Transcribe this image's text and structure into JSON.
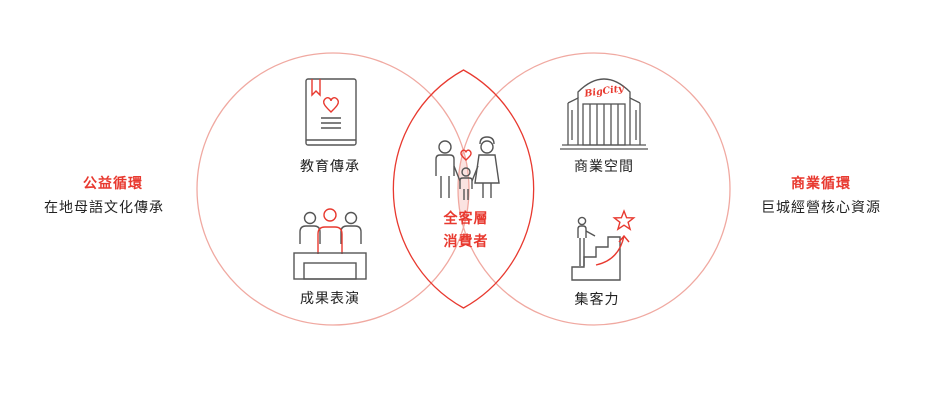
{
  "colors": {
    "accent": "#e8392f",
    "circle_stroke": "#f0a9a1",
    "overlap_fill": "#fbe3e1",
    "icon_gray": "#555555",
    "text": "#222222"
  },
  "left": {
    "title": "公益循環",
    "subtitle": "在地母語文化傳承"
  },
  "right": {
    "title": "商業循環",
    "subtitle": "巨城經營核心資源"
  },
  "center": {
    "line1": "全客層",
    "line2": "消費者"
  },
  "left_circle_items": [
    {
      "label": "教育傳承",
      "icon": "book-heart-icon"
    },
    {
      "label": "成果表演",
      "icon": "audience-stage-icon"
    }
  ],
  "right_circle_items": [
    {
      "label": "商業空間",
      "icon": "mall-building-icon"
    },
    {
      "label": "集客力",
      "icon": "stairs-star-icon"
    }
  ],
  "building_sign": "BigCity"
}
